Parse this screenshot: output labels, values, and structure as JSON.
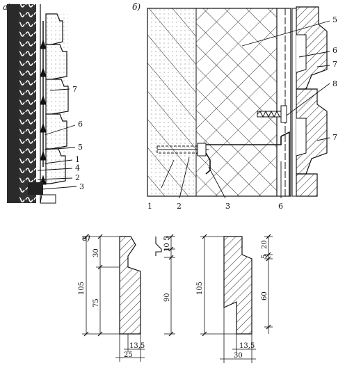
{
  "panels": {
    "a": "а)",
    "b": "б)",
    "c": "в)"
  },
  "callouts_a": [
    "7",
    "6",
    "5",
    "1",
    "4",
    "2",
    "3"
  ],
  "callouts_b": [
    "1",
    "2",
    "3",
    "6",
    "5",
    "6",
    "7",
    "8",
    "7"
  ],
  "dims_left": [
    "105",
    "30",
    "75",
    "90",
    "5",
    "10",
    "13,5",
    "25"
  ],
  "dims_right": [
    "105",
    "60",
    "5",
    "20",
    "13,5",
    "30"
  ],
  "colors": {
    "ink": "#111111",
    "paper": "#ffffff"
  }
}
